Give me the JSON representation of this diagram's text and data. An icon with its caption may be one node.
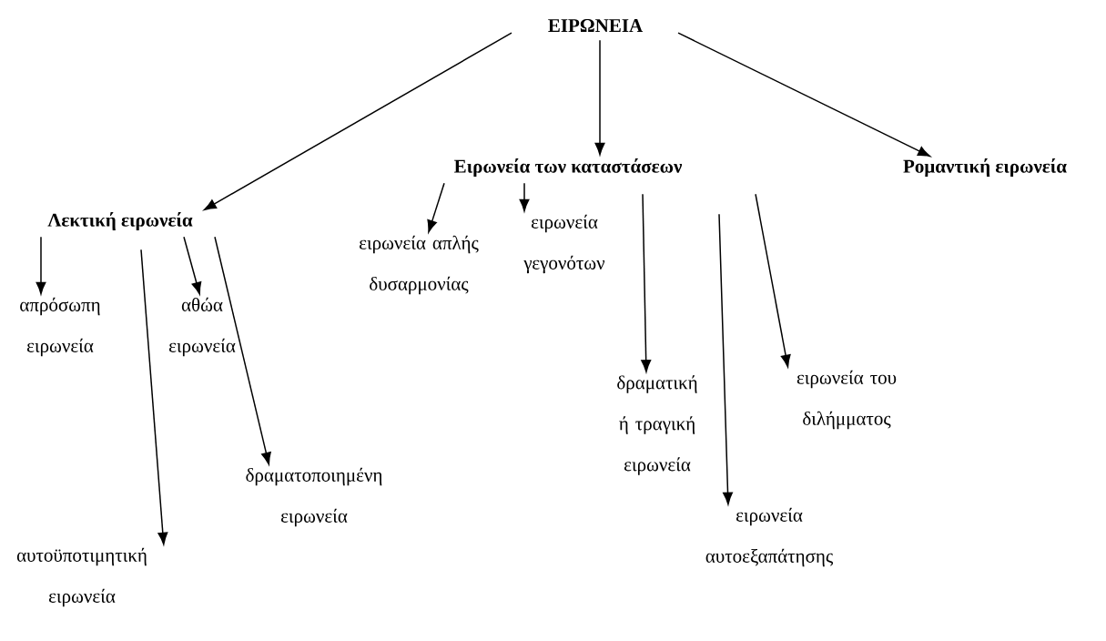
{
  "diagram": {
    "nodes": [
      {
        "text": [
          "ΕΙΡΩΝΕΙΑ"
        ]
      },
      {
        "text": [
          "Λεκτική ειρωνεία"
        ]
      },
      {
        "text": [
          "Ειρωνεία των καταστάσεων"
        ]
      },
      {
        "text": [
          "Ρομαντική ειρωνεία"
        ]
      },
      {
        "text": [
          "απρόσωπη ειρωνεία"
        ]
      },
      {
        "text": [
          "αθώα ειρωνεία"
        ]
      },
      {
        "text": [
          "δραματοποιημένη ειρωνεία"
        ]
      },
      {
        "text": [
          "αυτοϋποτιμητική ειρωνεία"
        ]
      },
      {
        "text": [
          "ειρωνεία απλής δυσαρμονίας"
        ]
      },
      {
        "text": [
          "ειρωνεία γεγονότων"
        ]
      },
      {
        "text": [
          "δραματική ή τραγική ειρωνεία"
        ]
      },
      {
        "text": [
          "ειρωνεία του διλήμματος"
        ]
      },
      {
        "text": [
          "ειρωνεία αυτοεξαπάτησης"
        ]
      }
    ],
    "edges": [
      {
        "from": 0,
        "to": 1,
        "arrow": "to"
      },
      {
        "from": 0,
        "to": 2,
        "arrow": "to"
      },
      {
        "from": 0,
        "to": 3,
        "arrow": "to"
      },
      {
        "from": 1,
        "to": 4,
        "arrow": "to"
      },
      {
        "from": 1,
        "to": 7,
        "arrow": "to"
      },
      {
        "from": 1,
        "to": 5,
        "arrow": "to"
      },
      {
        "from": 1,
        "to": 6,
        "arrow": "to"
      },
      {
        "from": 2,
        "to": 8,
        "arrow": "to"
      },
      {
        "from": 2,
        "to": 9,
        "arrow": "to"
      },
      {
        "from": 2,
        "to": 10,
        "arrow": "to"
      },
      {
        "from": 2,
        "to": 12,
        "arrow": "to"
      },
      {
        "from": 2,
        "to": 11,
        "arrow": "to"
      }
    ]
  }
}
